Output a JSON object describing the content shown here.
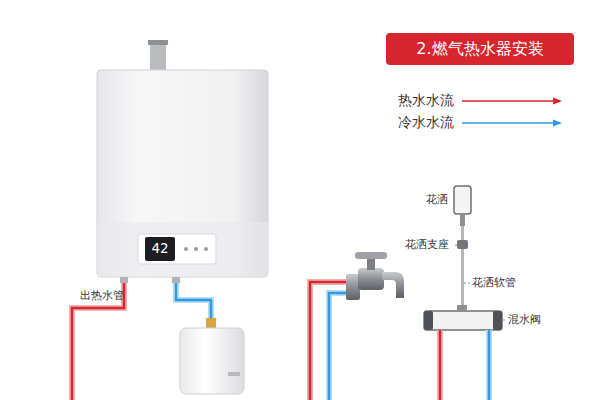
{
  "diagram": {
    "title": "2.燃气热水器安装",
    "labels": [
      "42",
      "出热水管",
      "花洒",
      "花洒支座",
      "花洒软管",
      "混水阀"
    ],
    "legend": [
      {
        "text": "热水水流"
      },
      {
        "text": "冷水水流"
      }
    ]
  }
}
